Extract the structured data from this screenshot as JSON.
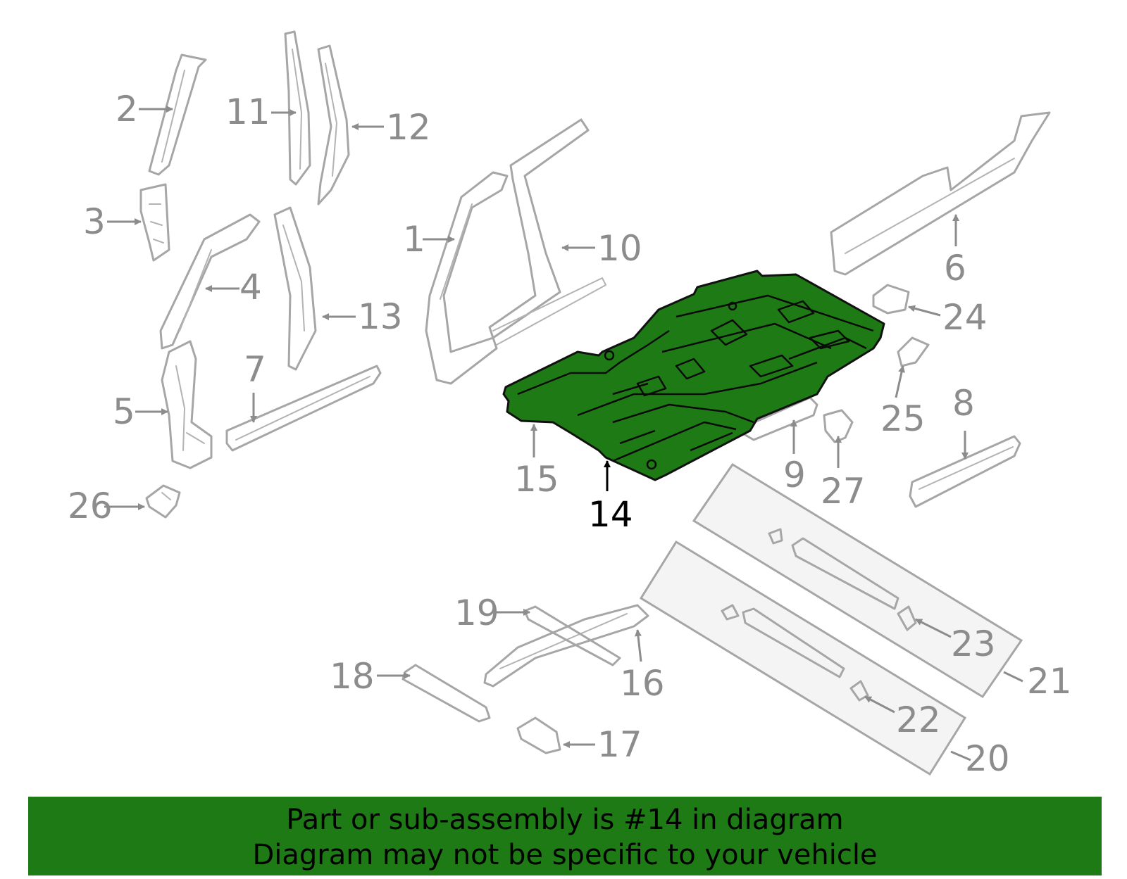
{
  "highlighted_part": "14",
  "callouts": {
    "c1": "1",
    "c2": "2",
    "c3": "3",
    "c4": "4",
    "c5": "5",
    "c6": "6",
    "c7": "7",
    "c8": "8",
    "c9": "9",
    "c10": "10",
    "c11": "11",
    "c12": "12",
    "c13": "13",
    "c14": "14",
    "c15": "15",
    "c16": "16",
    "c17": "17",
    "c18": "18",
    "c19": "19",
    "c20": "20",
    "c21": "21",
    "c22": "22",
    "c23": "23",
    "c24": "24",
    "c25": "25",
    "c26": "26",
    "c27": "27"
  },
  "banner": {
    "line1": "Part or sub-assembly is #14 in diagram",
    "line2": "Diagram may not be specific to your vehicle"
  },
  "colors": {
    "highlight_fill": "#1e7a14",
    "banner_background": "#1e7a14",
    "line_art": "#a6a6a6"
  }
}
